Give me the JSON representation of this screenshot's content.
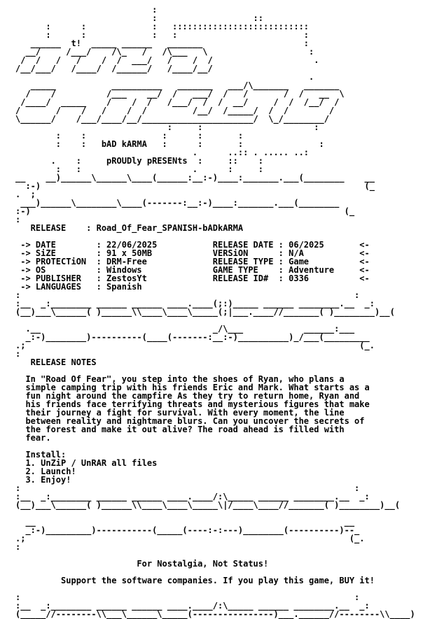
{
  "header_art": "                           :\n                           :                   ::\n      :      :             :   :::::::::::::::::::::::::::\n      :      :             :   :                         :\n   ______  t!  _____ ______   _______                    :\n  __/     /___/    /\\_   /   /\\___   \\                    :\n /  /   /   /    /  /  ___/   /    /  /                    .\n/__/___/   /____/  /______/   /____/__/\n                                                          .\n   _____           __________   _______   ___/\\_______   _______\n  /    /          /___    __/  /   ___/  /   /       /  /   __  \\\n /____/  _____    /    /  /   /___/  /  /  __/     /  /  /__/  /\n/       /    /   /    /  /         /__/  /_____/  /  /        /\n\\______/    /___/____/__/______________________/  \\_/________/\n                              :     :                      :\n        :    :               :      :       :\n        :    :   bAD kARMA   :      :       :               :\n                                   .      ..:: . ..... ..:\n       .    :     pROUDly pRESENts  :     ::    :\n        :   :                      .      :     :\n__    __)______\\______\\____(______:__:-)____:_______.___(________    __\n  :-)                                                                (_\n.  ;",
  "release_block": {
    "top_border": " ___)______\\________\\____(-------:__:-)____:_______.___(________   \n:-)                                                              (_ \n:",
    "rows": [
      "   RELEASE    : Road_Of_Fear_SPANISH-bADkARMA",
      "",
      " -> DATE        : 22/06/2025           RELEASE DATE : 06/2025       <-",
      " -> SiZE        : 91 x 50MB            VERSiON      : N/A           <-",
      " -> PROTECTiON  : DRM-Free             RELEASE TYPE : Game          <-",
      " -> OS          : Windows              GAME TYPE    : Adventure     <-",
      " -> PUBLISHER   : ZestosYt             RELEASE ID#  : 0336          <-",
      " -> LANGUAGES   : Spanish"
    ],
    "bottom_border": ":                                                                  :\n:__  _:________ ______ ______ ____.____(;:)_____ ______ ________.__  _:\n(__)___\\______( )______\\\\____\\____\\_____(;|___.____//_______( )________)__(\n"
  },
  "notes_block": {
    "top_border": "  .__                                  _/\\___            ______:___\n  _:-)________)----------(____(-------:__:-)__________)_/___(_________\n.;                                                                  (_.\n:",
    "title": "   RELEASE NOTES",
    "body": "  In \"Road Of Fear\", you step into the shoes of Ryan, who plans a\n  simple camping trip with his friends Eric and Mark. What starts as a\n  fun night around the campfire As they try to return home, Ryan and\n  his friends face terrifying threats and mysterious figures that make\n  their journey a fight for survival. With every moment, the line\n  between reality and nightmare blurs. Can you uncover the secrets of\n  the forest and make it out alive? The road ahead is filled with\n  fear.",
    "install_title": "  Install:",
    "install_steps": [
      "  1. UnZiP / UnRAR all files",
      "  2. Launch!",
      "  3. Enjoy!"
    ],
    "bottom_border": ":                                                                  :\n:__  _:________ ______ ______ ____.____/:\\_____ ______ ________.__  _:\n(__)___\\______( )______\\\\____\\____\\_____\\|/____\\____//_______( )________)__(\n"
  },
  "footer_block": {
    "top_border": "  __                                                             __\n  _:-)_________)-----------(_____(----:-:---)________(----------)--_\n.;                                                                (_.\n:",
    "motto": "                        For Nostalgia, Not Status!",
    "support": "         Support the software companies. If you play this game, BUY it!",
    "bottom_border": ":                                                                  :\n:__  _:________ ______ ______ ____.____/:\\_____ ______ ________.__  _:\n(_____//--------\\\\___\\______\\_____(----------------)___.______//--------\\\\____)"
  }
}
